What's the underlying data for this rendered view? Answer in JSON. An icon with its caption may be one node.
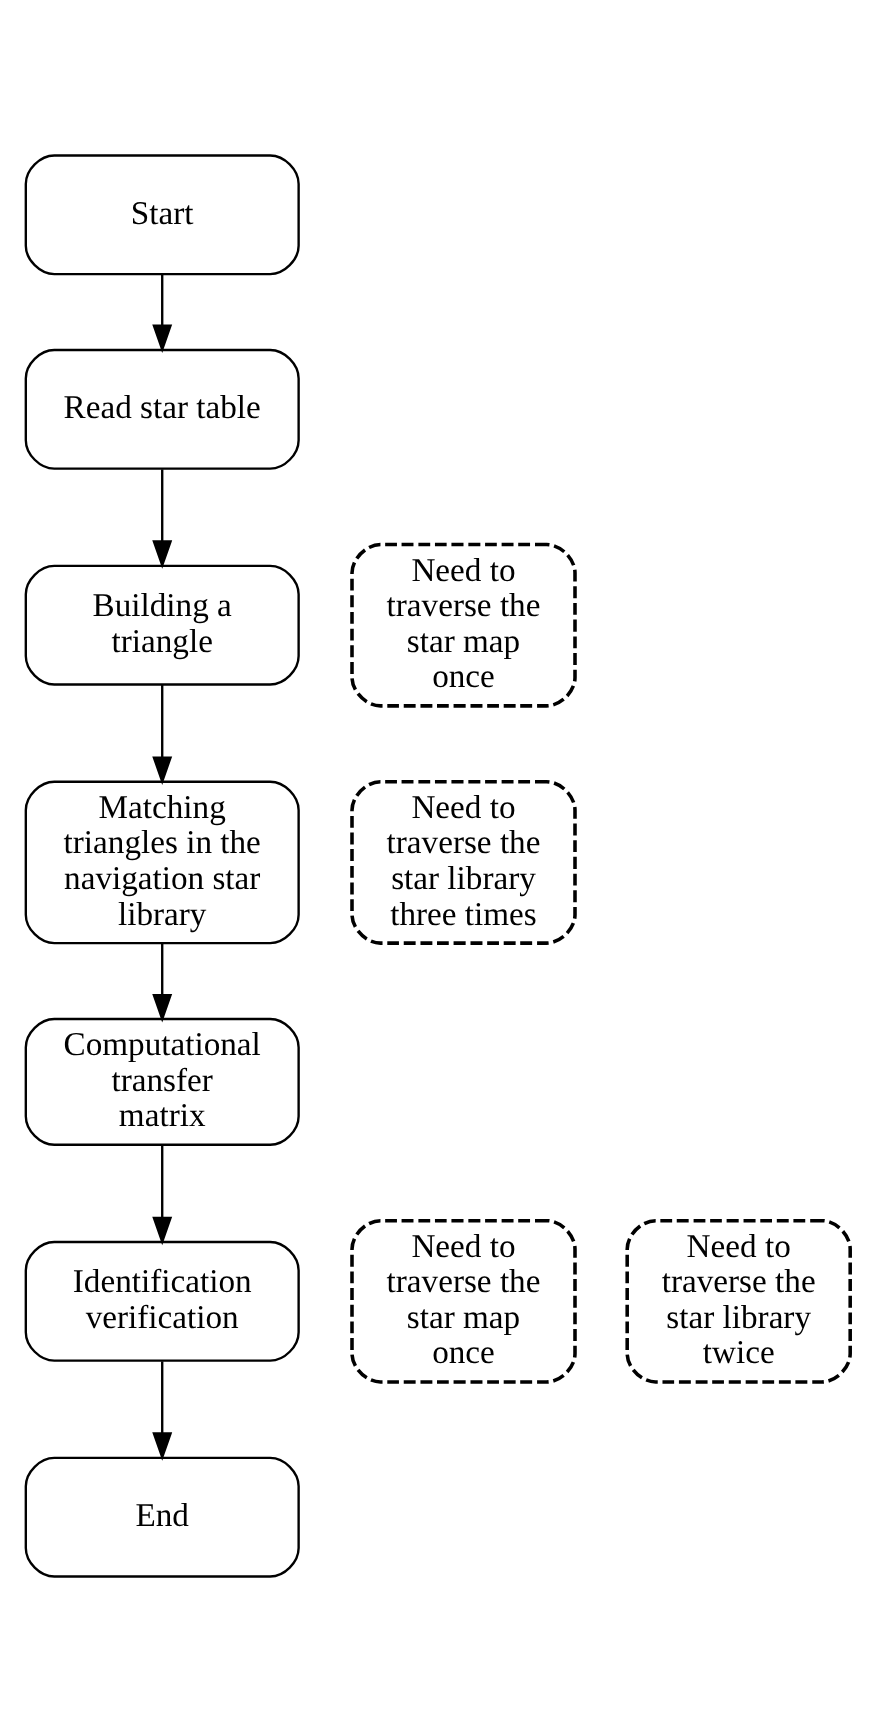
{
  "diagram": {
    "nodes": [
      {
        "text": [
          "Start"
        ]
      },
      {
        "text": [
          "Read star table"
        ]
      },
      {
        "text": [
          "Building a triangle"
        ]
      },
      {
        "text": [
          "Matching triangles in the navigation star library"
        ]
      },
      {
        "text": [
          "Computational transfer matrix"
        ]
      },
      {
        "text": [
          "Identification verification"
        ]
      },
      {
        "text": [
          "End"
        ]
      },
      {
        "text": [
          "Need to traverse the star map once"
        ]
      },
      {
        "text": [
          "Need to traverse the star library three times"
        ]
      },
      {
        "text": [
          "Need to traverse the star map once"
        ]
      },
      {
        "text": [
          "Need to traverse the star library twice"
        ]
      }
    ],
    "edges": [
      {
        "from": 0,
        "to": 1,
        "arrow": "to"
      },
      {
        "from": 1,
        "to": 2,
        "arrow": "to"
      },
      {
        "from": 2,
        "to": 3,
        "arrow": "to"
      },
      {
        "from": 3,
        "to": 4,
        "arrow": "to"
      },
      {
        "from": 4,
        "to": 5,
        "arrow": "to"
      },
      {
        "from": 5,
        "to": 6,
        "arrow": "to"
      }
    ]
  }
}
